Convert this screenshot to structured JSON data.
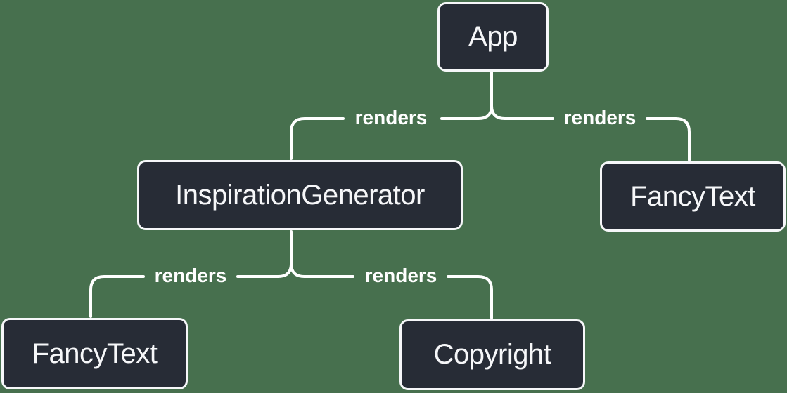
{
  "colors": {
    "background": "#47704e",
    "node_fill": "#272c36",
    "node_border": "#f6f7f9",
    "node_text": "#f6f7f9",
    "connector": "#ffffff",
    "edge_label_text": "#ffffff"
  },
  "diagram": {
    "type": "component-render-tree",
    "nodes": [
      {
        "id": "app",
        "label": "App"
      },
      {
        "id": "inspiration-generator",
        "label": "InspirationGenerator"
      },
      {
        "id": "fancy-text-top",
        "label": "FancyText"
      },
      {
        "id": "fancy-text-bottom",
        "label": "FancyText"
      },
      {
        "id": "copyright",
        "label": "Copyright"
      }
    ],
    "edges": [
      {
        "from": "App",
        "to": "InspirationGenerator",
        "label": "renders"
      },
      {
        "from": "App",
        "to": "FancyText",
        "label": "renders"
      },
      {
        "from": "InspirationGenerator",
        "to": "FancyText",
        "label": "renders"
      },
      {
        "from": "InspirationGenerator",
        "to": "Copyright",
        "label": "renders"
      }
    ]
  }
}
